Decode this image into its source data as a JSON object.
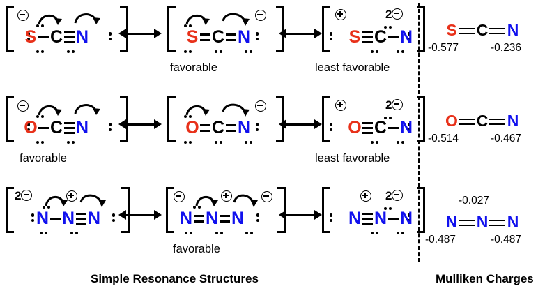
{
  "figure": {
    "caption_left": "Simple Resonance Structures",
    "caption_right": "Mulliken Charges"
  },
  "labels": {
    "favorable": "favorable",
    "least_favorable": "least favorable"
  },
  "atoms": {
    "S": "S",
    "O": "O",
    "N": "N",
    "C": "C"
  },
  "charges": {
    "minus": "",
    "plus": "",
    "two": "2"
  },
  "rows": [
    {
      "id": "thiocyanate",
      "structures": [
        {
          "atoms": [
            "S",
            "C",
            "N"
          ],
          "bonds": [
            "single",
            "triple"
          ],
          "formal_charges": [
            {
              "atom": "S",
              "value": "1-"
            }
          ],
          "label": ""
        },
        {
          "atoms": [
            "S",
            "C",
            "N"
          ],
          "bonds": [
            "double",
            "double"
          ],
          "formal_charges": [
            {
              "atom": "N",
              "value": "1-"
            }
          ],
          "label": "favorable"
        },
        {
          "atoms": [
            "S",
            "C",
            "N"
          ],
          "bonds": [
            "triple",
            "single"
          ],
          "formal_charges": [
            {
              "atom": "S",
              "value": "1+"
            },
            {
              "atom": "N",
              "value": "2-"
            }
          ],
          "label": "least favorable"
        }
      ]
    },
    {
      "id": "cyanate",
      "structures": [
        {
          "atoms": [
            "O",
            "C",
            "N"
          ],
          "bonds": [
            "single",
            "triple"
          ],
          "formal_charges": [
            {
              "atom": "O",
              "value": "1-"
            }
          ],
          "label": "favorable"
        },
        {
          "atoms": [
            "O",
            "C",
            "N"
          ],
          "bonds": [
            "double",
            "double"
          ],
          "formal_charges": [
            {
              "atom": "N",
              "value": "1-"
            }
          ],
          "label": ""
        },
        {
          "atoms": [
            "O",
            "C",
            "N"
          ],
          "bonds": [
            "triple",
            "single"
          ],
          "formal_charges": [
            {
              "atom": "O",
              "value": "1+"
            },
            {
              "atom": "N",
              "value": "2-"
            }
          ],
          "label": "least favorable"
        }
      ]
    },
    {
      "id": "azide",
      "structures": [
        {
          "atoms": [
            "N",
            "N",
            "N"
          ],
          "bonds": [
            "single",
            "triple"
          ],
          "formal_charges": [
            {
              "atom": "N1",
              "value": "2-"
            },
            {
              "atom": "N2",
              "value": "1+"
            }
          ],
          "label": ""
        },
        {
          "atoms": [
            "N",
            "N",
            "N"
          ],
          "bonds": [
            "double",
            "double"
          ],
          "formal_charges": [
            {
              "atom": "N1",
              "value": "1-"
            },
            {
              "atom": "N2",
              "value": "1+"
            },
            {
              "atom": "N3",
              "value": "1-"
            }
          ],
          "label": "favorable"
        },
        {
          "atoms": [
            "N",
            "N",
            "N"
          ],
          "bonds": [
            "triple",
            "single"
          ],
          "formal_charges": [
            {
              "atom": "N2",
              "value": "1+"
            },
            {
              "atom": "N3",
              "value": "2-"
            }
          ],
          "label": ""
        }
      ]
    }
  ],
  "mulliken": [
    {
      "id": "thiocyanate-charges",
      "atoms": [
        "S",
        "C",
        "N"
      ],
      "values": {
        "left": "-0.577",
        "center": "",
        "right": "-0.236"
      }
    },
    {
      "id": "cyanate-charges",
      "atoms": [
        "O",
        "C",
        "N"
      ],
      "values": {
        "left": "-0.514",
        "center": "",
        "right": "-0.467"
      }
    },
    {
      "id": "azide-charges",
      "atoms": [
        "N",
        "N",
        "N"
      ],
      "values": {
        "left": "-0.487",
        "center": "-0.027",
        "right": "-0.487"
      }
    }
  ],
  "colors": {
    "sulfur": "#e8311a",
    "oxygen": "#e8311a",
    "nitrogen": "#1111ee",
    "carbon": "#000000"
  }
}
